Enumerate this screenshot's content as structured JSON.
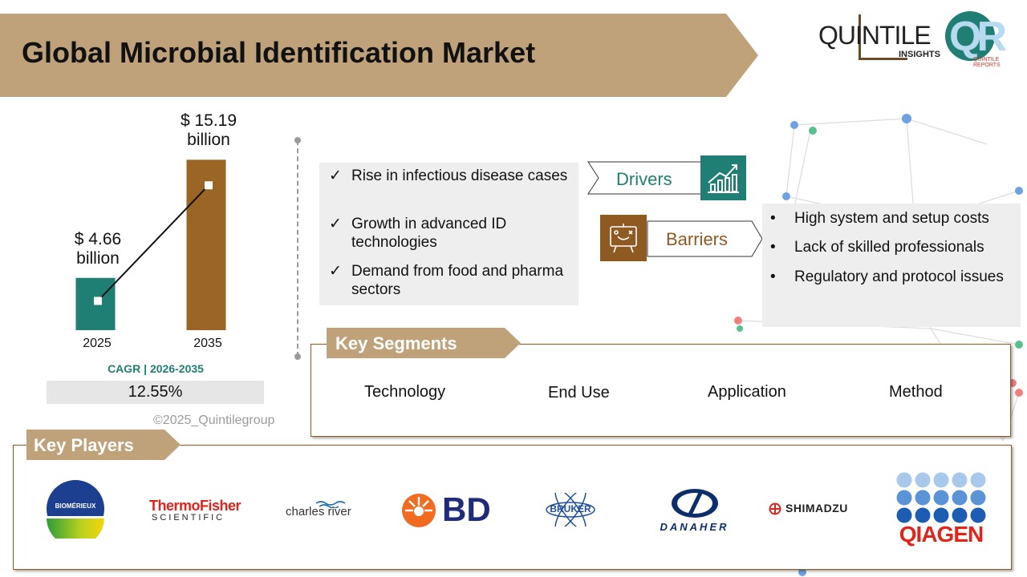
{
  "header": {
    "title": "Global Microbial Identification Market"
  },
  "brand": {
    "name": "QUINTILE",
    "sub": "INSIGHTS",
    "qr": "QR",
    "qr_sub": "QUINTILE REPORTS"
  },
  "chart_data": {
    "type": "bar",
    "categories": [
      "2025",
      "2035"
    ],
    "values": [
      4.66,
      15.19
    ],
    "value_labels": [
      "$ 4.66 billion",
      "$ 15.19 billion"
    ],
    "ylim": [
      0,
      16
    ],
    "colors": [
      "#1f7f74",
      "#9b6526"
    ],
    "trend_line": true
  },
  "cagr": {
    "label": "CAGR | 2026-2035",
    "value": "12.55%"
  },
  "copyright": "©2025_Quintilegroup",
  "drivers": {
    "label": "Drivers",
    "items": [
      "Rise in infectious disease cases",
      "Growth in advanced ID technologies",
      "Demand from food and pharma sectors"
    ]
  },
  "barriers": {
    "label": "Barriers",
    "items": [
      "High system and setup costs",
      "Lack of skilled professionals",
      "Regulatory and protocol issues"
    ]
  },
  "segments": {
    "title": "Key Segments",
    "items": [
      "Technology",
      "End Use",
      "Application",
      "Method"
    ]
  },
  "players": {
    "title": "Key Players",
    "logos": {
      "biomerieux": "BIOMÉRIEUX",
      "thermo_1": "ThermoFisher",
      "thermo_2": "SCIENTIFIC",
      "charles": "charles river",
      "bd": "BD",
      "bruker": "BRUKER",
      "danaher": "DANAHER",
      "shimadzu": "SHIMADZU",
      "qiagen": "QIAGEN"
    }
  },
  "colors": {
    "accent": "#bfa27a",
    "teal": "#1f7f74",
    "brown": "#8f5a22"
  }
}
